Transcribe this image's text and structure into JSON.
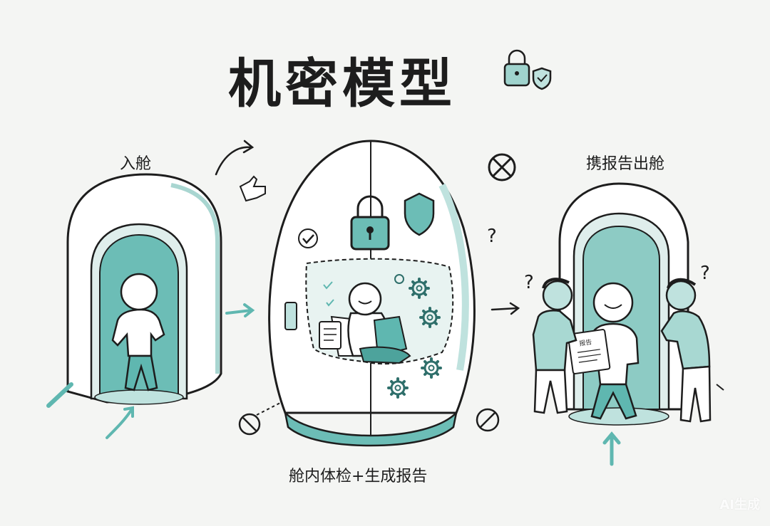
{
  "title": "机密模型",
  "stage_enter": "入舱",
  "stage_inside": "舱内体检+生成报告",
  "stage_exit": "携报告出舱",
  "report_card_label": "报告",
  "watermark": "AI生成",
  "colors": {
    "teal": "#5fb7b0",
    "teal_light": "#bfe2de",
    "ink": "#1d1d1d",
    "background": "#f4f5f3"
  },
  "icons": [
    "lock-shield-icon",
    "lock-icon",
    "shield-icon",
    "checkmark-icon",
    "gear-icon",
    "prohibited-icon",
    "question-mark-icon",
    "arrow-icon",
    "pointing-hand-icon"
  ]
}
